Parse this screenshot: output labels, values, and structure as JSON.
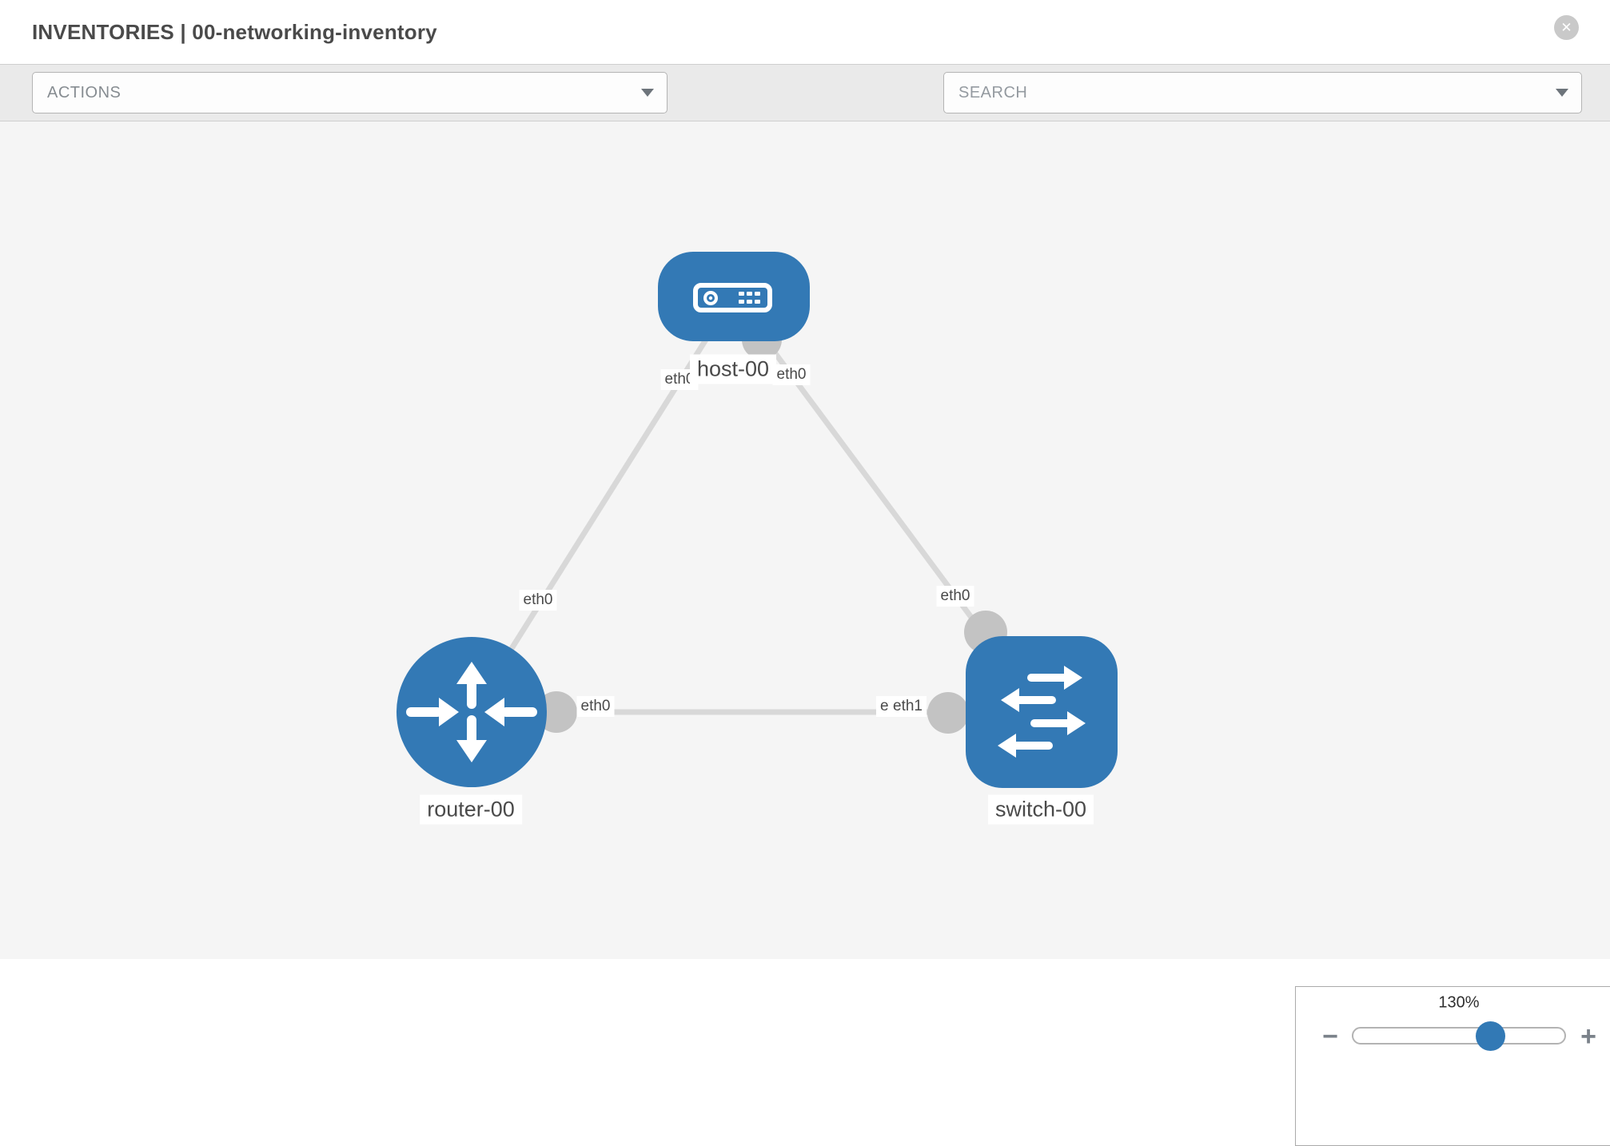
{
  "header": {
    "title": "INVENTORIES | 00-networking-inventory",
    "close_glyph": "✕"
  },
  "toolbar": {
    "actions_label": "ACTIONS",
    "search_placeholder": "SEARCH",
    "icons": [
      "wrench-icon",
      "key-icon"
    ]
  },
  "topology": {
    "nodes": [
      {
        "name": "host-00",
        "type": "host",
        "shape": "rounded-pill",
        "icon": "host-device-icon"
      },
      {
        "name": "router-00",
        "type": "router",
        "shape": "circle",
        "icon": "router-arrows-icon"
      },
      {
        "name": "switch-00",
        "type": "switch",
        "shape": "rounded-square",
        "icon": "switch-arrows-icon"
      }
    ],
    "links": [
      {
        "source": "host-00",
        "source_interface": "eth0",
        "target": "router-00",
        "target_interface": "eth0"
      },
      {
        "source": "host-00",
        "source_interface": "eth0",
        "target": "switch-00",
        "target_interface": "eth0"
      },
      {
        "source": "router-00",
        "source_interface": "eth0",
        "target": "switch-00",
        "target_interface": "eth1"
      }
    ],
    "interface_labels": {
      "host_router_host": "eth0",
      "host_router_router": "eth0",
      "host_switch_host": "eth0",
      "host_switch_switch": "eth0",
      "router_switch_router": "eth0",
      "router_switch_switch": "eth1",
      "router_switch_switch_overlapped": "eth0"
    }
  },
  "zoom_control": {
    "level": "130%",
    "percent": 130,
    "minus_glyph": "−",
    "plus_glyph": "+"
  },
  "colors": {
    "node_blue": "#3379b5",
    "link_gray": "#d8d8d8",
    "port_gray": "#c3c3c3",
    "canvas_bg": "#f5f5f5",
    "toolbar_bg": "#eaeaea",
    "slider_blue": "#3279b5",
    "label_text": "#4a4a4a"
  }
}
